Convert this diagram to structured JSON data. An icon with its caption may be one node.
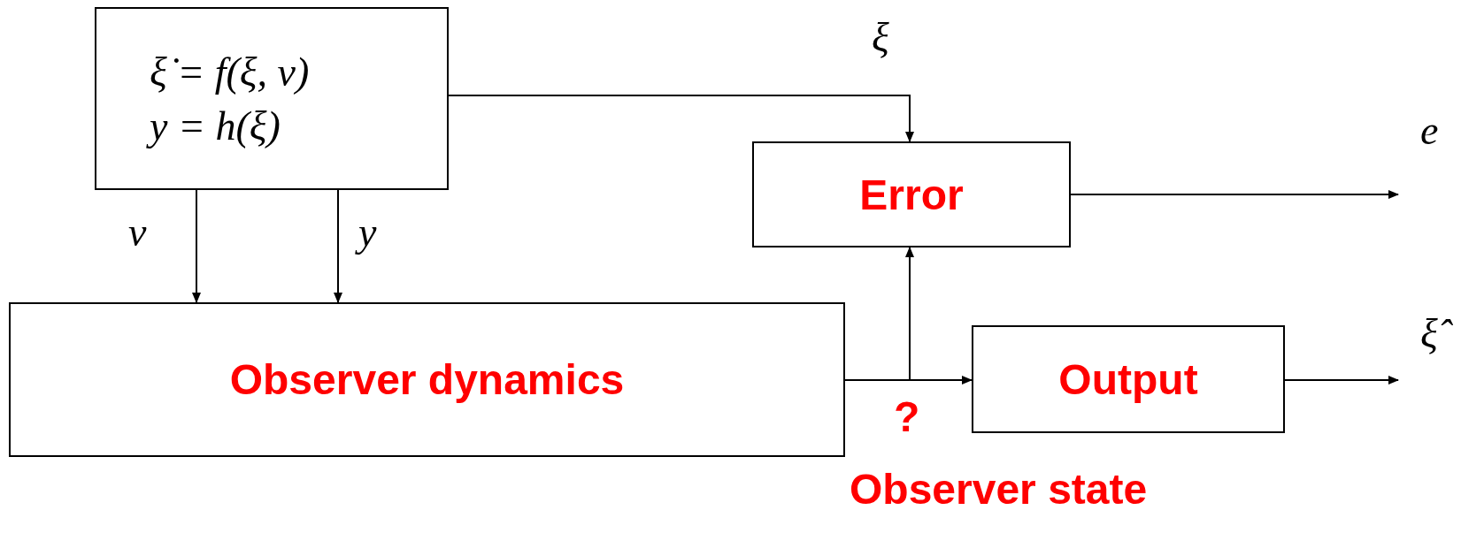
{
  "diagram": {
    "nodes": [
      {
        "text": [
          "ξ̇ = f(ξ, v)",
          "y = h(ξ)"
        ]
      },
      {
        "text": [
          "Observer dynamics"
        ]
      },
      {
        "text": [
          "Error"
        ]
      },
      {
        "text": [
          "Output"
        ]
      }
    ],
    "edges": [
      {
        "from": 0,
        "to": 2,
        "arrow": "to",
        "label": "ξ"
      },
      {
        "from": 0,
        "to": 1,
        "arrow": "to",
        "label": "v"
      },
      {
        "from": 0,
        "to": 1,
        "arrow": "to",
        "label": "y"
      },
      {
        "from": 1,
        "to": 3,
        "arrow": "to"
      },
      {
        "from": 1,
        "to": 2,
        "arrow": "to"
      },
      {
        "from": 2,
        "to": null,
        "arrow": "to",
        "label": "e"
      },
      {
        "from": 3,
        "to": null,
        "arrow": "to",
        "label": "ξ̂"
      }
    ],
    "labels": [
      "?",
      "Observer state"
    ]
  }
}
